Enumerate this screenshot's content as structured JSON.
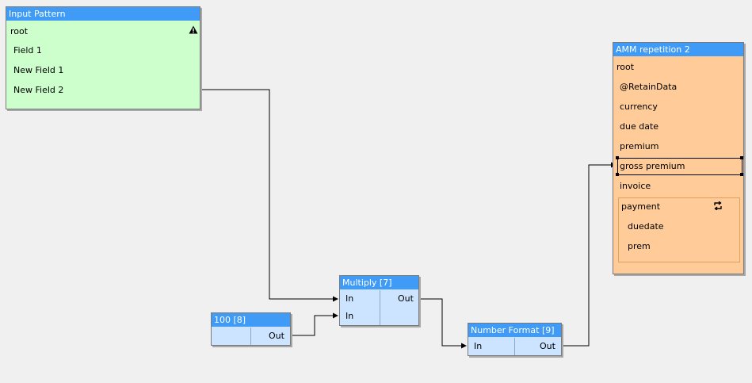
{
  "input_pattern": {
    "title": "Input Pattern",
    "root": "root",
    "fields": [
      "Field 1",
      "New Field 1",
      "New Field 2"
    ]
  },
  "amm": {
    "title": "AMM repetition 2",
    "root": "root",
    "fields": [
      "@RetainData",
      "currency",
      "due date",
      "premium",
      "gross premium",
      "invoice"
    ],
    "group": {
      "label": "payment",
      "children": [
        "duedate",
        "prem"
      ]
    }
  },
  "multiply": {
    "title": "Multiply [7]",
    "in1": "In",
    "in2": "In",
    "out": "Out"
  },
  "constant": {
    "title": "100 [8]",
    "out": "Out"
  },
  "number_format": {
    "title": "Number Format [9]",
    "in": "In",
    "out": "Out"
  },
  "icons": {
    "warning": "warning-icon",
    "repeat": "repeat-icon"
  },
  "colors": {
    "title_bar": "#3f9bf5",
    "input_node": "#ccffcc",
    "output_node": "#ffcc99",
    "function_node": "#cce4ff",
    "canvas": "#f0f0f0"
  }
}
